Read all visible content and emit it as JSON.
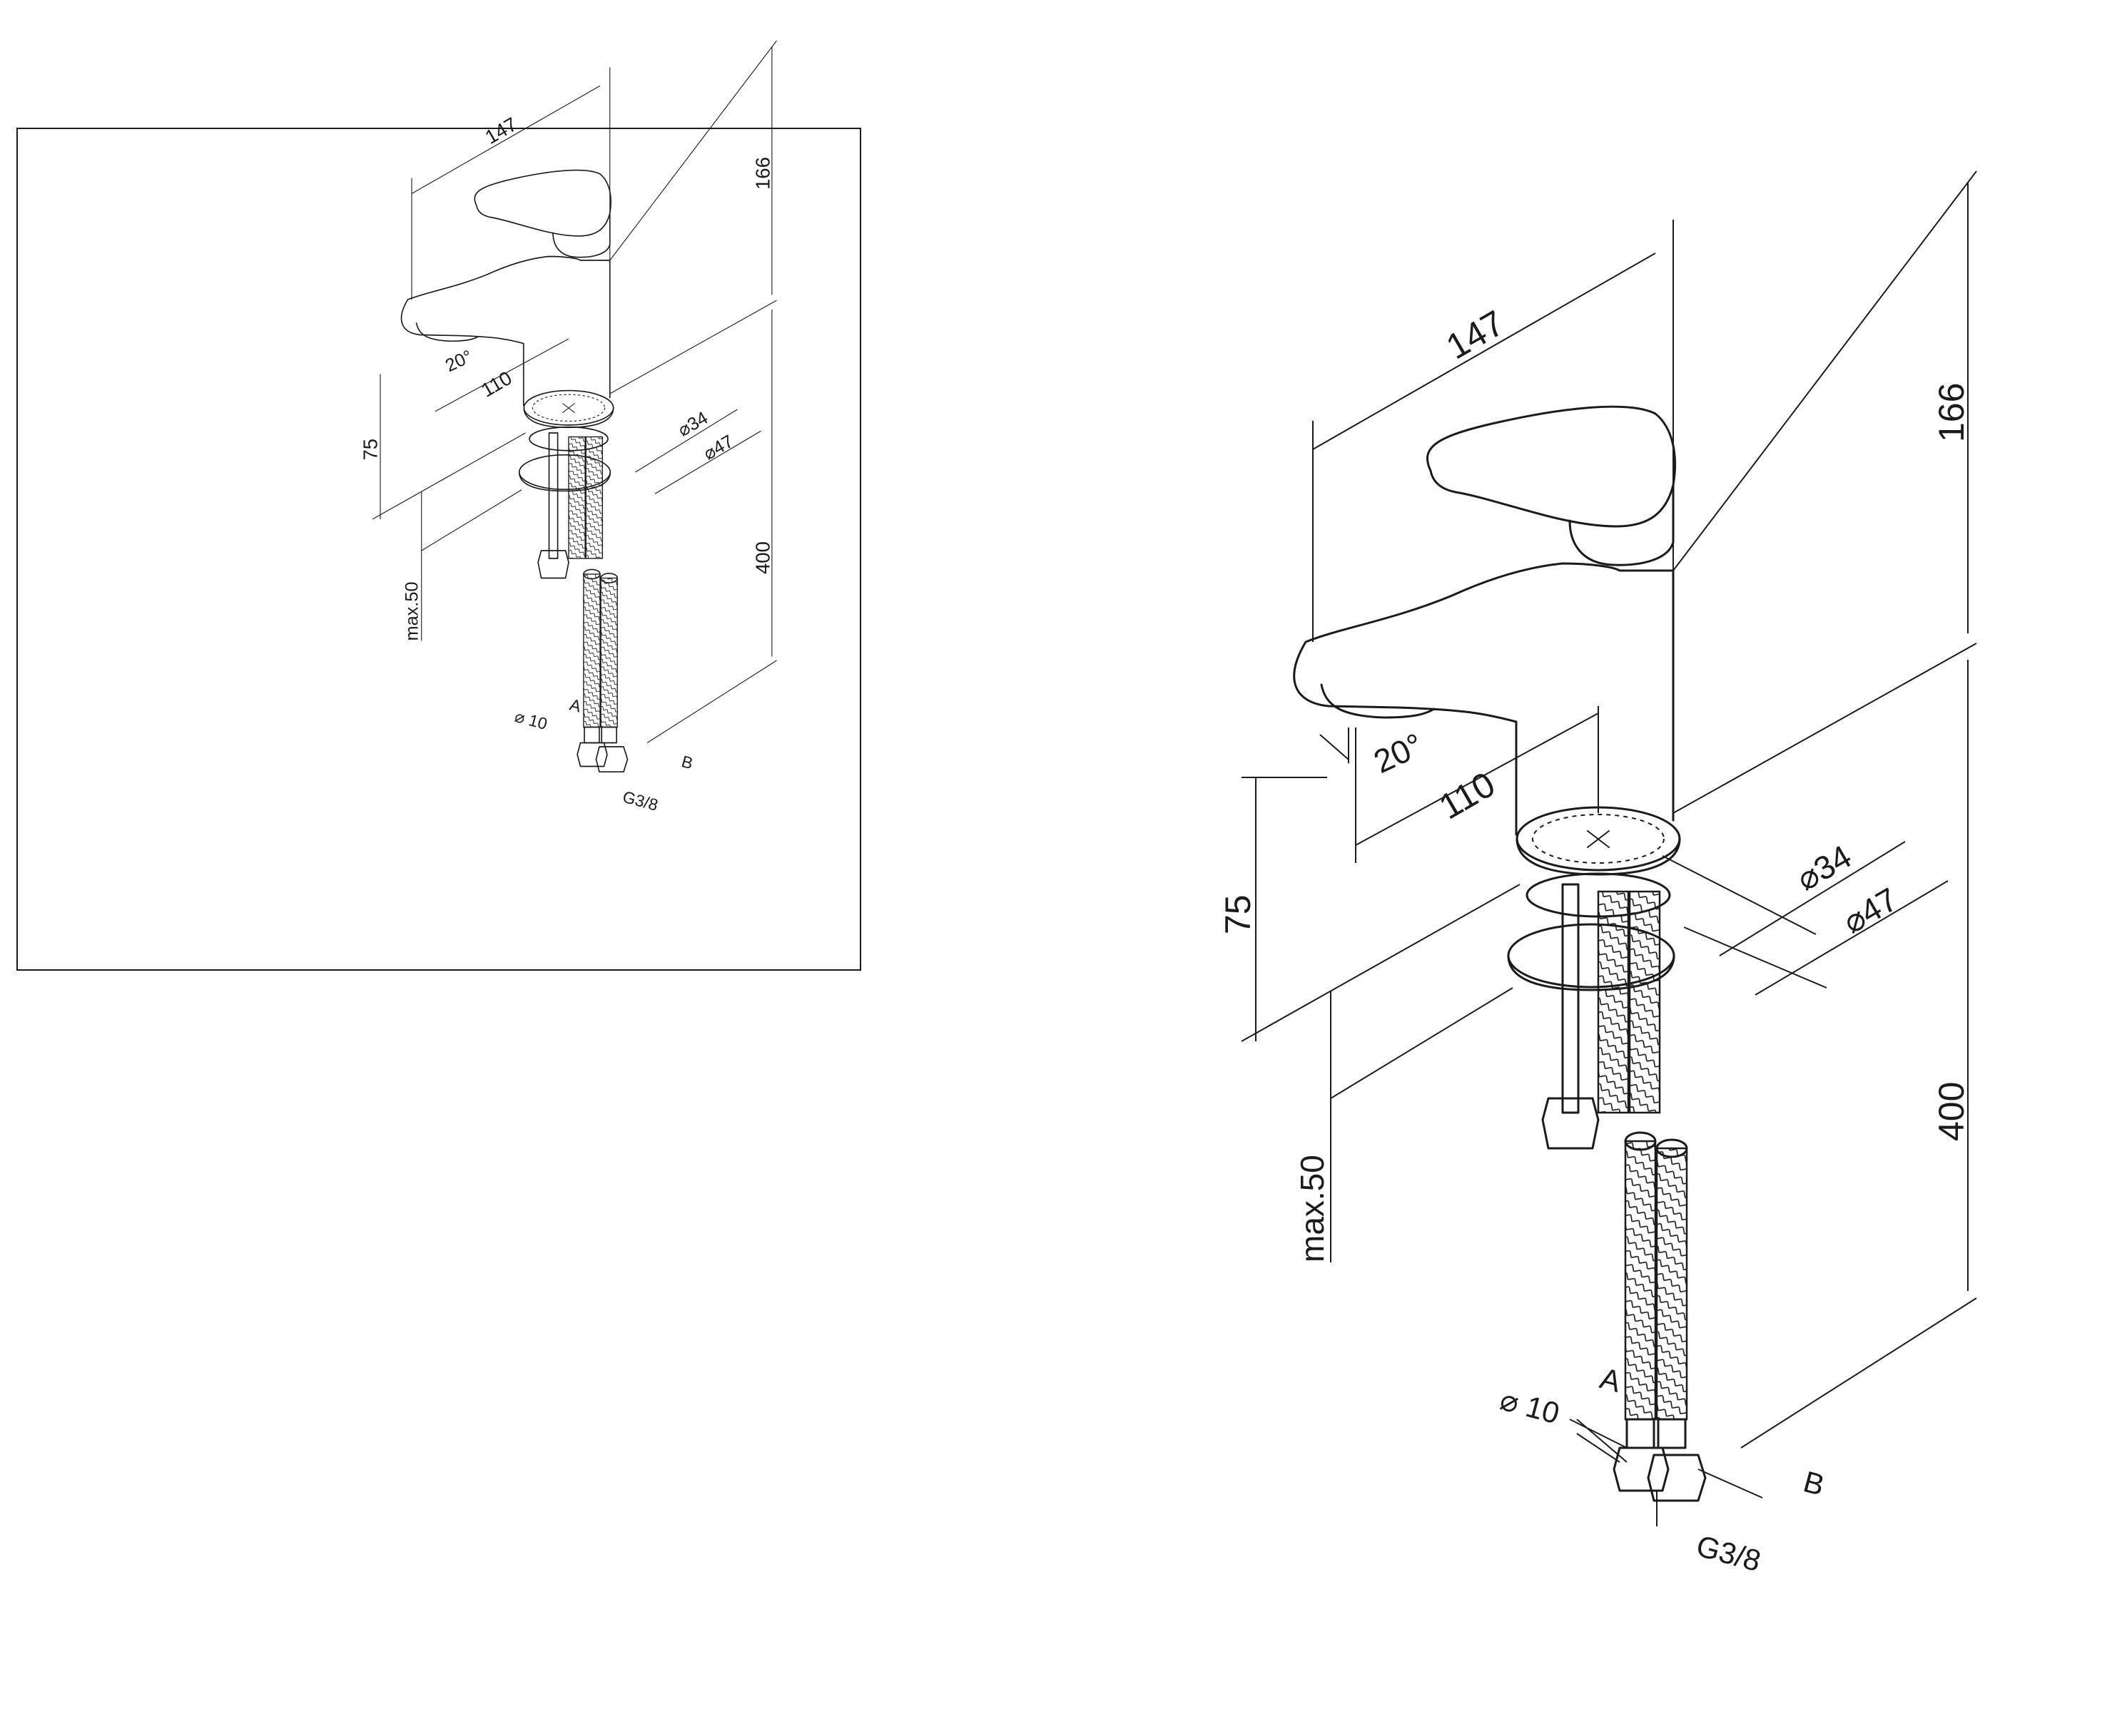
{
  "labels": {
    "width": "147",
    "height_top": "166",
    "spout_reach": "110",
    "angle": "20°",
    "base_diameter_inner": "⌀34",
    "base_diameter_outer": "⌀47",
    "spout_height": "75",
    "hose_length": "400",
    "max_thickness": "max.50",
    "hose_diameter": "⌀ 10",
    "connection_a": "A",
    "connection_b": "B",
    "thread": "G3/8"
  },
  "colors": {
    "line": "#1b1b1b",
    "background": "#ffffff"
  }
}
